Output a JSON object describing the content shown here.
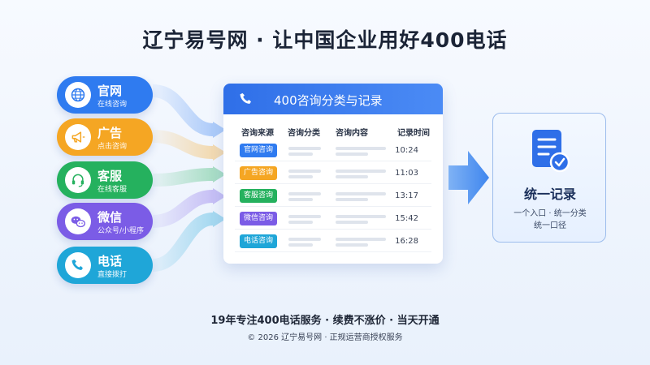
{
  "title": "辽宁易号网 · 让中国企业用好400电话",
  "colors": {
    "web": "#2f7bf0",
    "ad": "#f5a623",
    "service": "#25b15e",
    "wechat": "#7b5ce6",
    "phone": "#1fa6d8",
    "accent": "#2f6fe8"
  },
  "sources": [
    {
      "name": "官网",
      "sub": "在线咨询",
      "icon": "globe-icon",
      "color": "#2f7bf0"
    },
    {
      "name": "广告",
      "sub": "点击咨询",
      "icon": "megaphone-icon",
      "color": "#f5a623"
    },
    {
      "name": "客服",
      "sub": "在线客服",
      "icon": "headset-icon",
      "color": "#25b15e"
    },
    {
      "name": "微信",
      "sub": "公众号/小程序",
      "icon": "chat-bubbles-icon",
      "color": "#7b5ce6"
    },
    {
      "name": "电话",
      "sub": "直接拨打",
      "icon": "phone-icon",
      "color": "#1fa6d8"
    }
  ],
  "panel": {
    "title": "400咨询分类与记录",
    "columns": [
      "咨询来源",
      "咨询分类",
      "咨询内容",
      "记录时间"
    ],
    "rows": [
      {
        "tag": "官网咨询",
        "color": "#2f7bf0",
        "time": "10:24"
      },
      {
        "tag": "广告咨询",
        "color": "#f5a623",
        "time": "11:03"
      },
      {
        "tag": "客服咨询",
        "color": "#25b15e",
        "time": "13:17"
      },
      {
        "tag": "微信咨询",
        "color": "#7b5ce6",
        "time": "15:42"
      },
      {
        "tag": "电话咨询",
        "color": "#1fa6d8",
        "time": "16:28"
      }
    ]
  },
  "result": {
    "title": "统一记录",
    "line1": "一个入口 · 统一分类",
    "line2": "统一口径",
    "icon": "document-check-icon"
  },
  "footer": {
    "line1": "19年专注400电话服务 · 续费不涨价 · 当天开通",
    "line2": "© 2026 辽宁易号网 · 正规运营商授权服务"
  }
}
